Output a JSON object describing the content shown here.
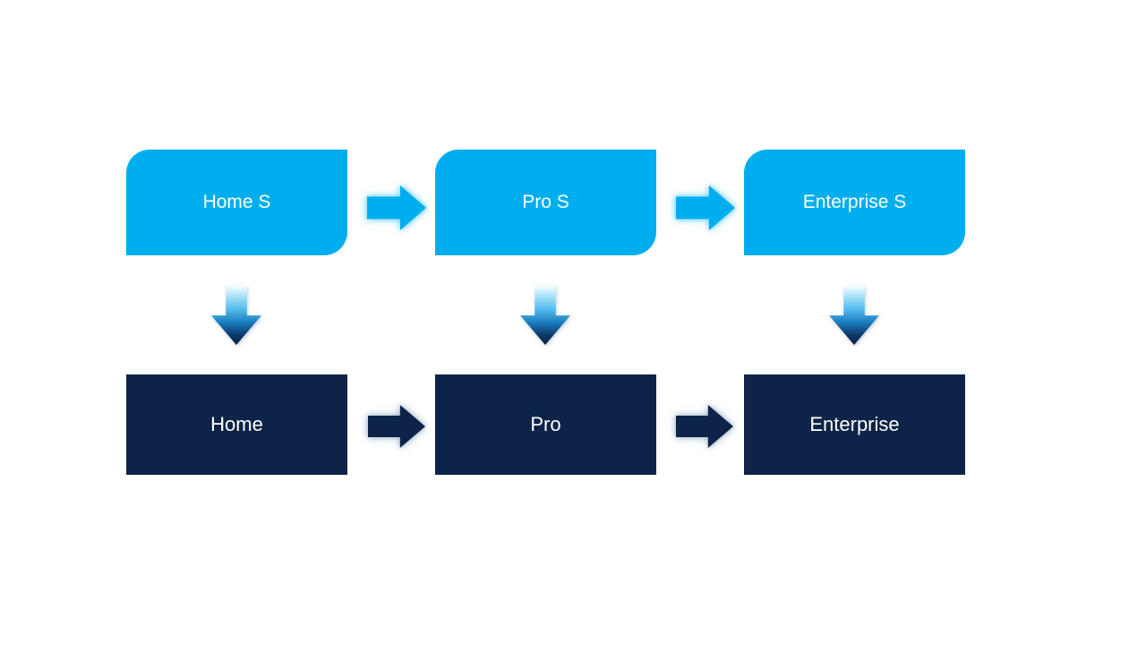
{
  "diagram": {
    "colors": {
      "light_blue": "#00AEEF",
      "dark_navy": "#0D2448",
      "background": "#FFFFFF",
      "text": "#FFFFFF"
    },
    "top_row": [
      {
        "label": "Home S"
      },
      {
        "label": "Pro S"
      },
      {
        "label": "Enterprise S"
      }
    ],
    "bottom_row": [
      {
        "label": "Home"
      },
      {
        "label": "Pro"
      },
      {
        "label": "Enterprise"
      }
    ]
  }
}
